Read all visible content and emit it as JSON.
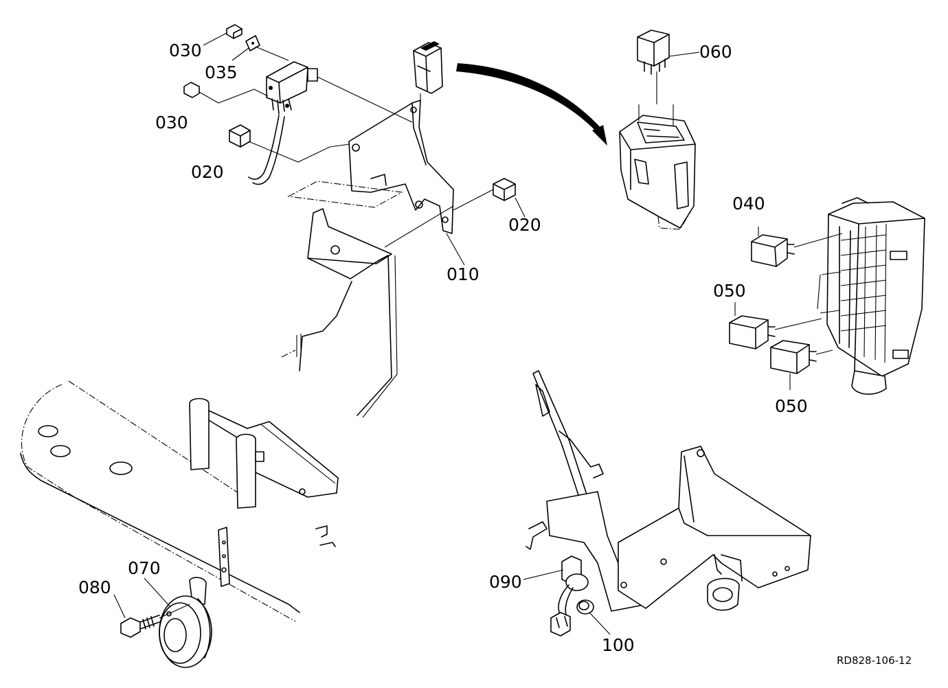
{
  "labels": {
    "p010": "010",
    "p020a": "020",
    "p020b": "020",
    "p030a": "030",
    "p030b": "030",
    "p035": "035",
    "p040": "040",
    "p050a": "050",
    "p050b": "050",
    "p060": "060",
    "p070": "070",
    "p080": "080",
    "p090": "090",
    "p100": "100"
  },
  "reference": "RD828-106-12"
}
